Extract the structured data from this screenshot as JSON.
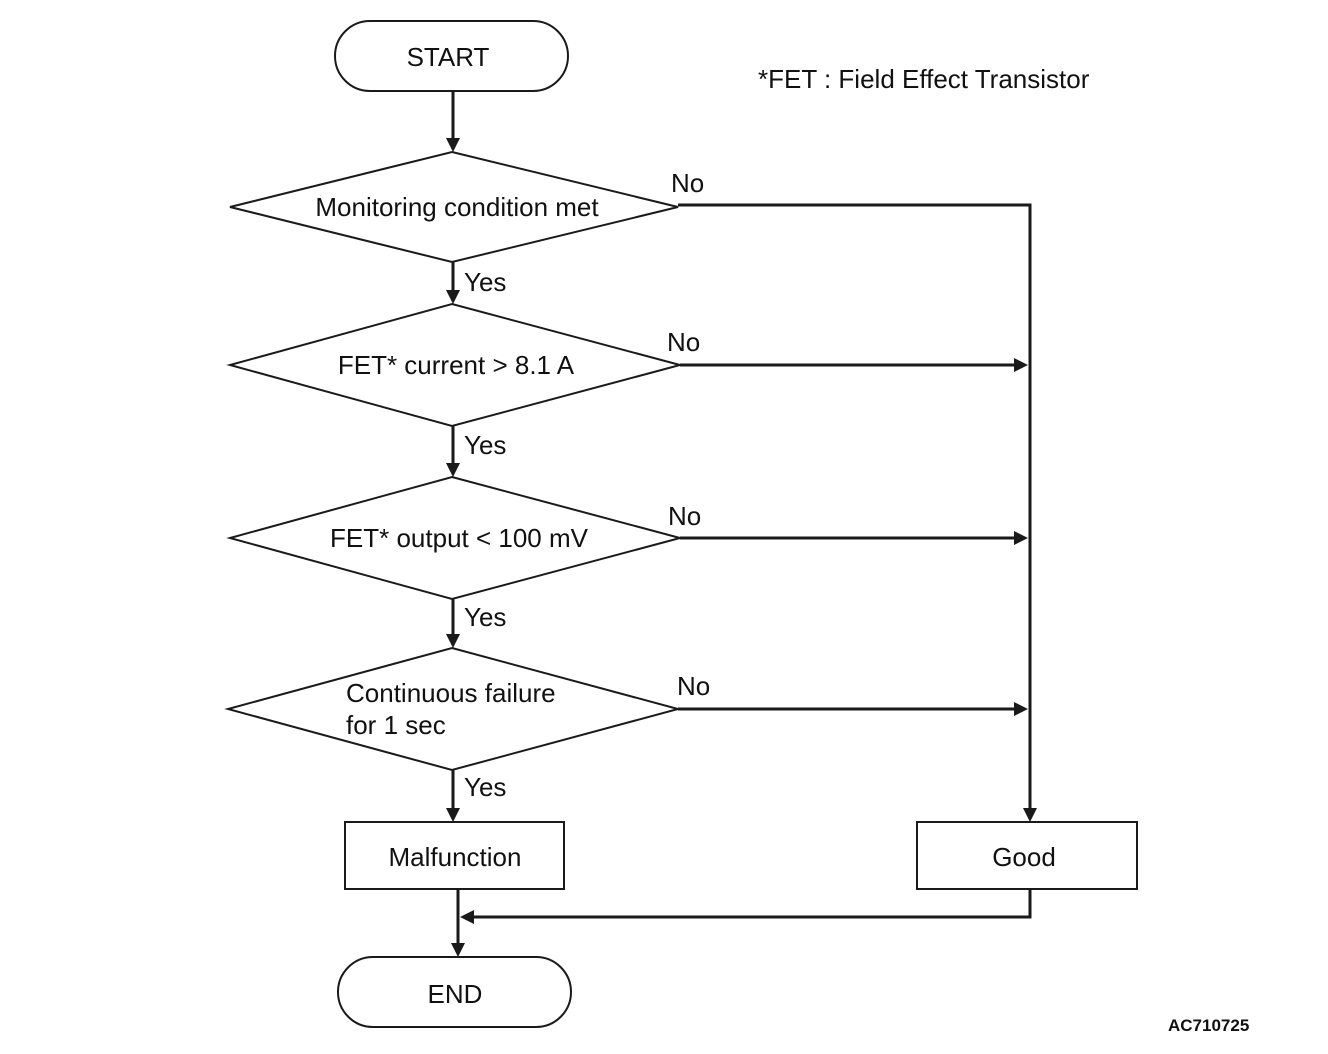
{
  "footnote": "*FET : Field Effect Transistor",
  "figure_code": "AC710725",
  "nodes": {
    "start": "START",
    "decision_1": "Monitoring condition met",
    "decision_2": "FET* current > 8.1 A",
    "decision_3": "FET* output < 100 mV",
    "decision_4_line1": "Continuous failure",
    "decision_4_line2": "for 1 sec",
    "malfunction": "Malfunction",
    "good": "Good",
    "end": "END"
  },
  "branches": {
    "yes": "Yes",
    "no": "No"
  }
}
